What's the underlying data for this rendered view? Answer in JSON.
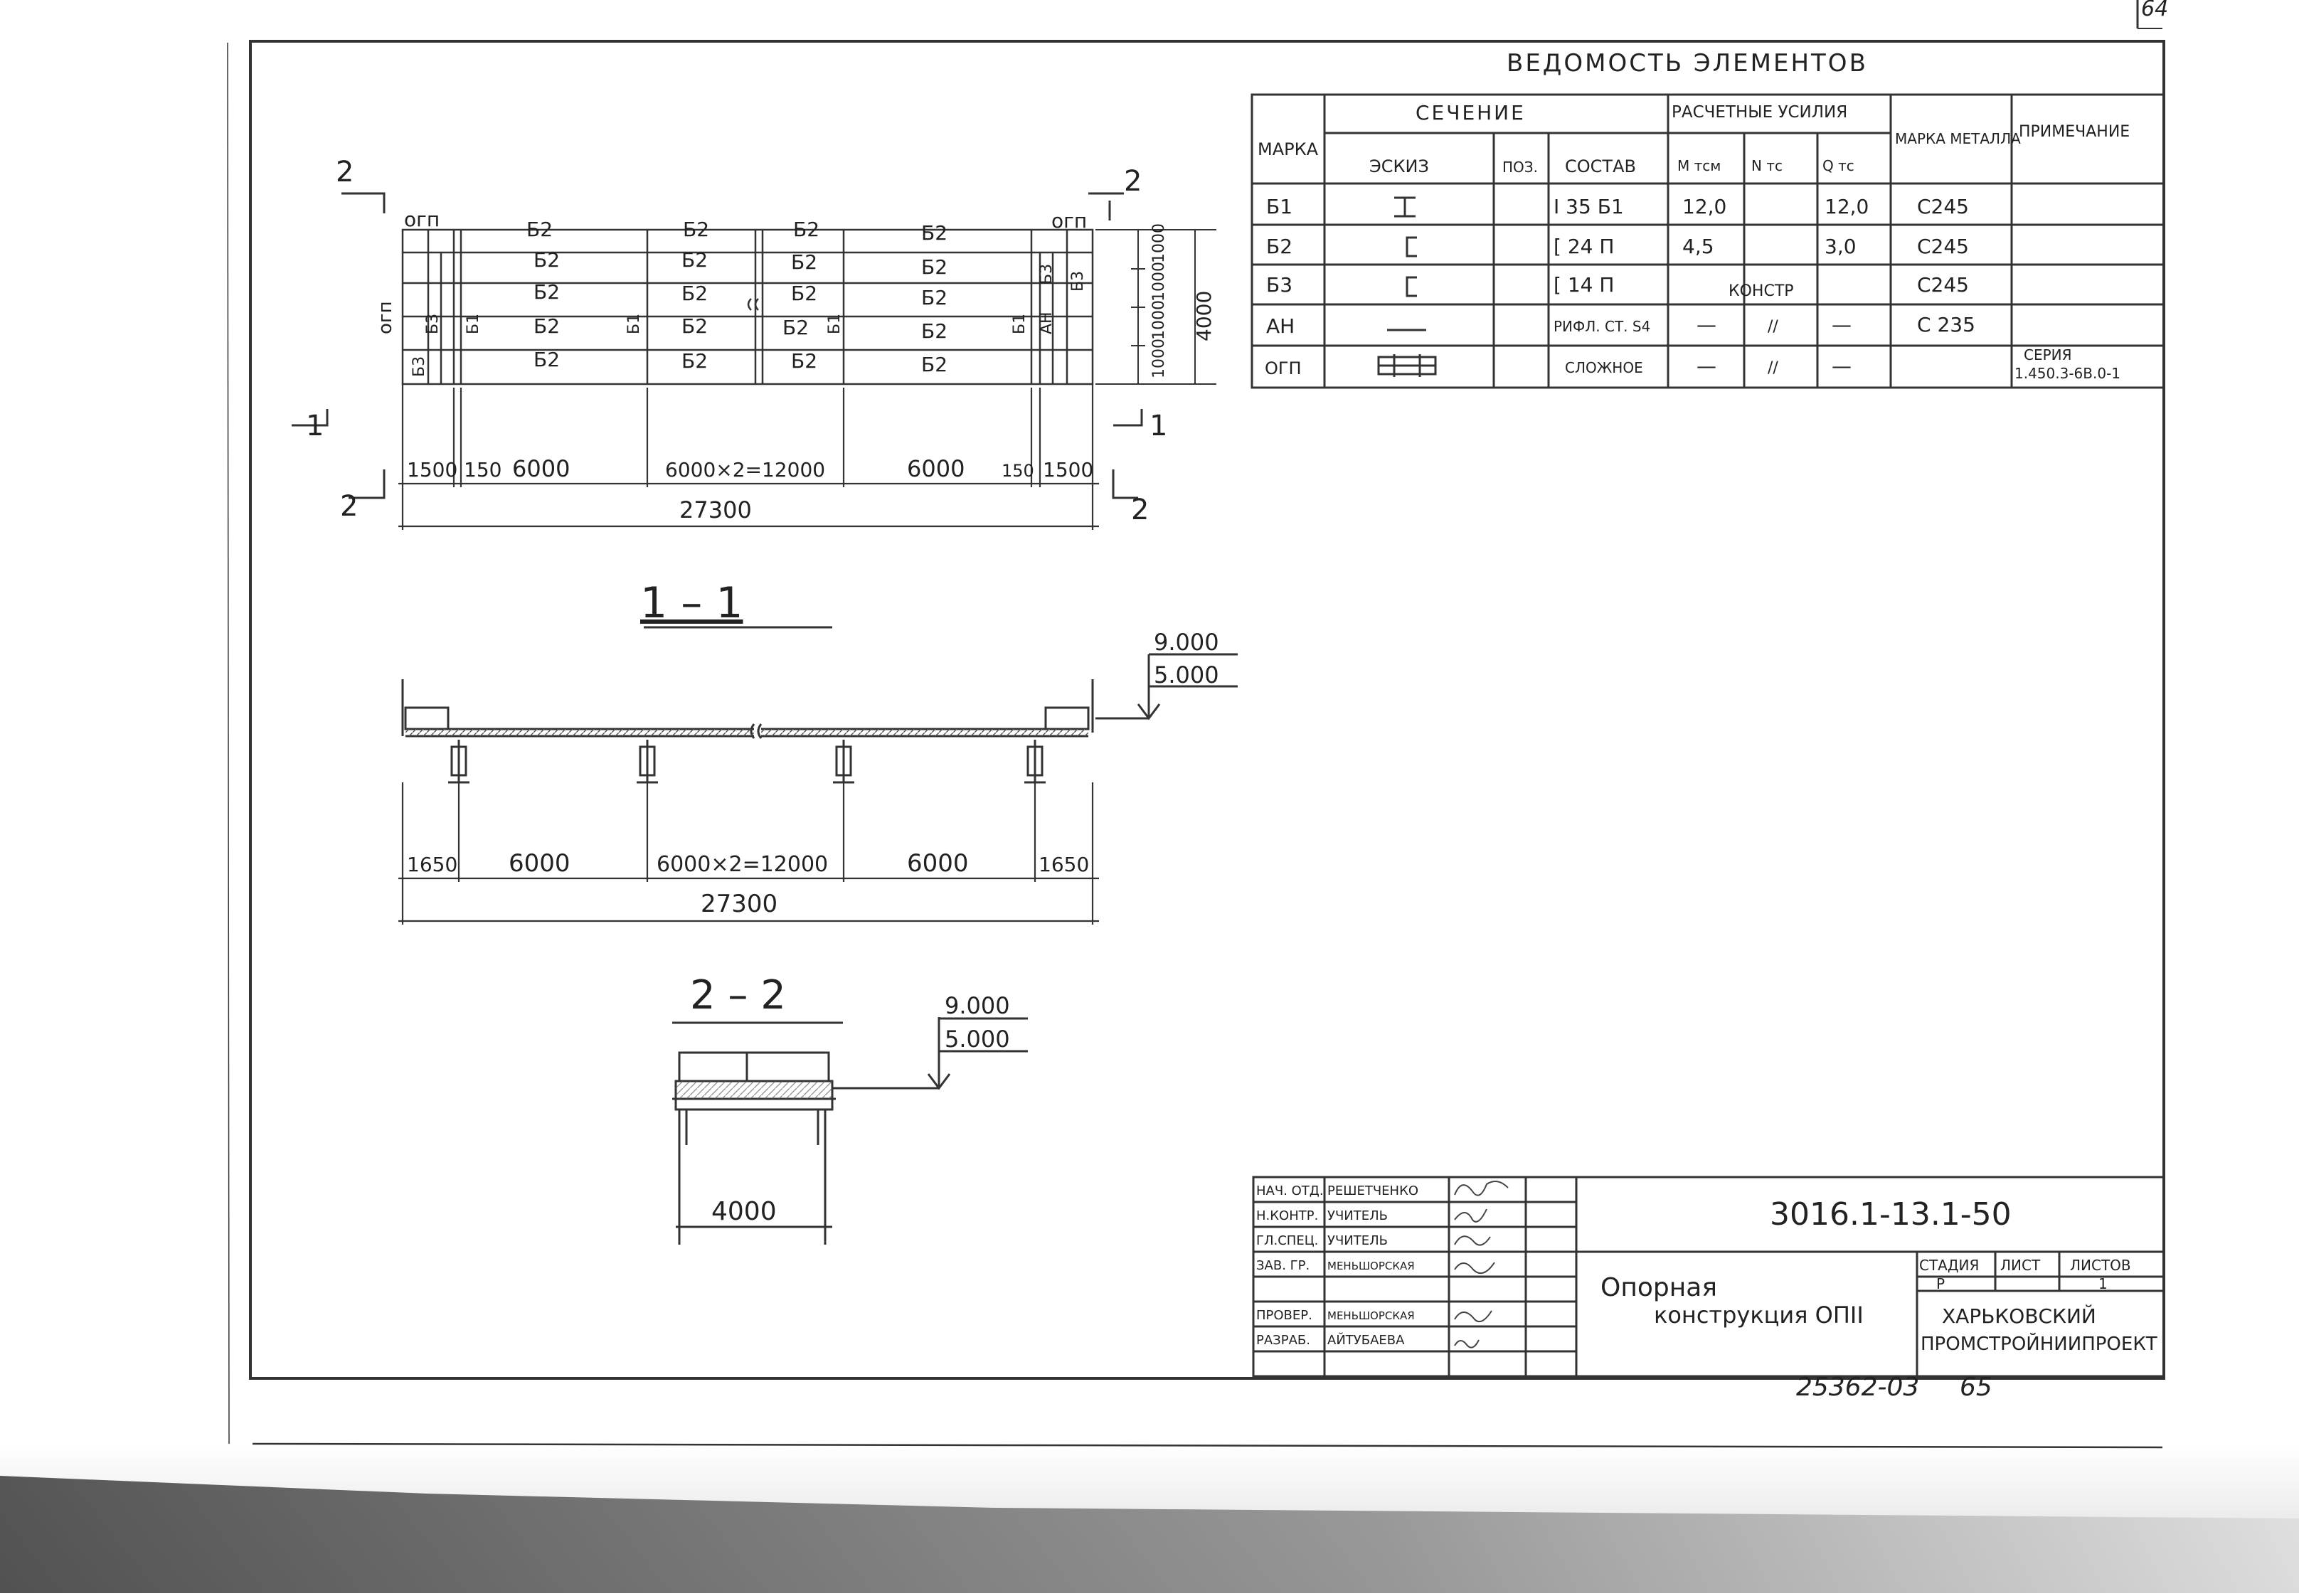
{
  "sheet": {
    "page_no": "64",
    "archive_no": "25362-03",
    "archive_page": "65"
  },
  "plan": {
    "section_marks": [
      "2",
      "2",
      "1",
      "1",
      "2",
      "2"
    ],
    "rows_left": [
      "огп",
      "Б2",
      "Б2",
      "Б2",
      "Б2"
    ],
    "vert_labels": [
      "огп",
      "Б3",
      "Б3",
      "Б1",
      "Б1",
      "Б1",
      "Б3",
      "АН",
      "Б3",
      "Б1"
    ],
    "beam_label": "Б2",
    "ogp_label": "огп",
    "dims_top": [
      "1500",
      "150",
      "6000",
      "6000×2=12000",
      "6000",
      "150",
      "1500"
    ],
    "total": "27300",
    "dims_right": [
      "1000",
      "1000",
      "1000",
      "1000"
    ],
    "dims_right_total": "4000"
  },
  "section11": {
    "title": "1 – 1",
    "levels": [
      "9.000",
      "5.000"
    ],
    "dims": [
      "1650",
      "6000",
      "6000×2=12000",
      "6000",
      "1650"
    ],
    "total": "27300"
  },
  "section22": {
    "title": "2 – 2",
    "levels": [
      "9.000",
      "5.000"
    ],
    "width": "4000"
  },
  "spec": {
    "title": "ВЕДОМОСТЬ ЭЛЕМЕНТОВ",
    "headers": {
      "marka": "МАРКА",
      "sechenie": "СЕЧЕНИЕ",
      "eskiz": "ЭСКИЗ",
      "poz": "ПОЗ.",
      "sostav": "СОСТАВ",
      "usiliya": "РАСЧЕТНЫЕ УСИЛИЯ",
      "m": "М тсм",
      "n": "N тс",
      "q": "Q тс",
      "metall": "МАРКА МЕТАЛЛА",
      "prim": "ПРИМЕЧАНИЕ"
    },
    "rows": [
      {
        "marka": "Б1",
        "sostav": "I 35 Б1",
        "m": "12,0",
        "n": "",
        "q": "12,0",
        "metall": "С245",
        "prim": ""
      },
      {
        "marka": "Б2",
        "sostav": "[ 24 П",
        "m": "4,5",
        "n": "",
        "q": "3,0",
        "metall": "С245",
        "prim": ""
      },
      {
        "marka": "Б3",
        "sostav": "[ 14 П",
        "m": "",
        "n": "КОНСТР",
        "q": "",
        "metall": "С245",
        "prim": ""
      },
      {
        "marka": "АН",
        "sostav": "РИФЛ. СТ. S4",
        "m": "—",
        "n": "//",
        "q": "—",
        "metall": "С 235",
        "prim": ""
      },
      {
        "marka": "ОГП",
        "sostav": "СЛОЖНОЕ",
        "m": "—",
        "n": "//",
        "q": "—",
        "metall": "",
        "prim": "СЕРИЯ 1.450.3-6В.0-1"
      }
    ]
  },
  "stamp": {
    "code": "3016.1-13.1-50",
    "roles": [
      "НАЧ. ОТД.",
      "Н.КОНТР.",
      "ГЛ.СПЕЦ.",
      "ЗАВ. ГР.",
      "",
      "ПРОВЕР.",
      "РАЗРАБ."
    ],
    "names": [
      "РЕШЕТЧЕНКО",
      "УЧИТЕЛЬ",
      "УЧИТЕЛЬ",
      "МЕНЬШОРСКАЯ",
      "",
      "МЕНЬШОРСКАЯ",
      "АЙТУБАЕВА"
    ],
    "title_line1": "Опорная",
    "title_line2": "конструкция ОПII",
    "stage_label": "СТАДИЯ",
    "sheet_label": "ЛИСТ",
    "sheets_label": "ЛИСТОВ",
    "stage": "Р",
    "sheets": "1",
    "org1": "ХАРЬКОВСКИЙ",
    "org2": "ПРОМСТРОЙНИИПРОЕКТ"
  }
}
